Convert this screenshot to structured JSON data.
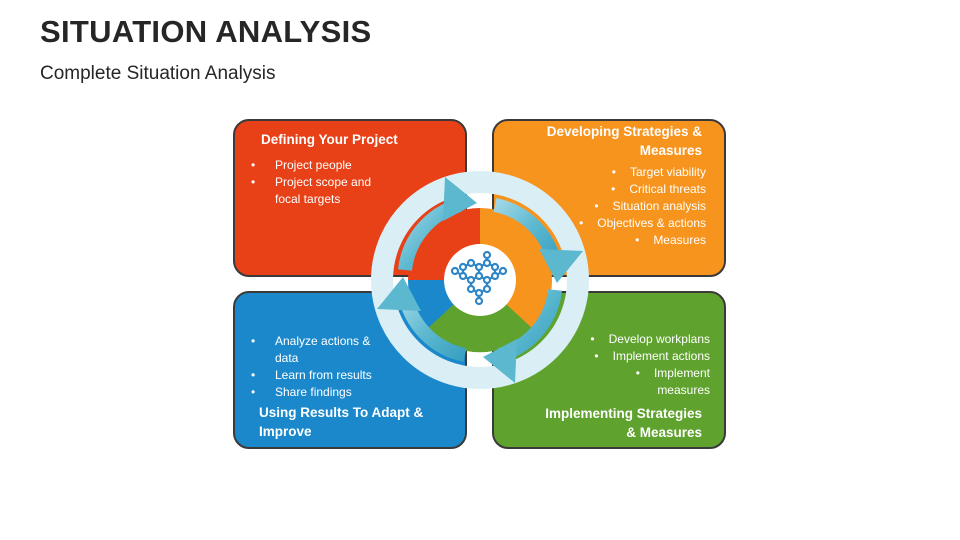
{
  "slide": {
    "title": "SITUATION ANALYSIS",
    "subtitle": "Complete Situation Analysis"
  },
  "quadrants": {
    "top_left": {
      "heading": "Defining Your Project",
      "items": [
        "Project people",
        "Project scope and",
        "focal targets"
      ],
      "color": "#e84117"
    },
    "top_right": {
      "heading_line1": "Developing Strategies &",
      "heading_line2": "Measures",
      "items": [
        "Target viability",
        "Critical threats",
        "Situation analysis",
        "Objectives & actions",
        "Measures"
      ],
      "color": "#f7941d"
    },
    "bottom_left": {
      "heading_line1": "Using Results To Adapt &",
      "heading_line2": "Improve",
      "items": [
        "Analyze actions &",
        "data",
        "Learn from results",
        "Share findings"
      ],
      "color": "#1b88cc"
    },
    "bottom_right": {
      "heading_line1": "Implementing Strategies",
      "heading_line2": "& Measures",
      "items": [
        "Develop workplans",
        "Implement actions",
        "Implement",
        "measures"
      ],
      "color": "#5fa22e"
    }
  },
  "center": {
    "icon": "molecule-network-icon",
    "icon_color": "#2f86c8",
    "arrow_color": "#5bb8cf"
  }
}
